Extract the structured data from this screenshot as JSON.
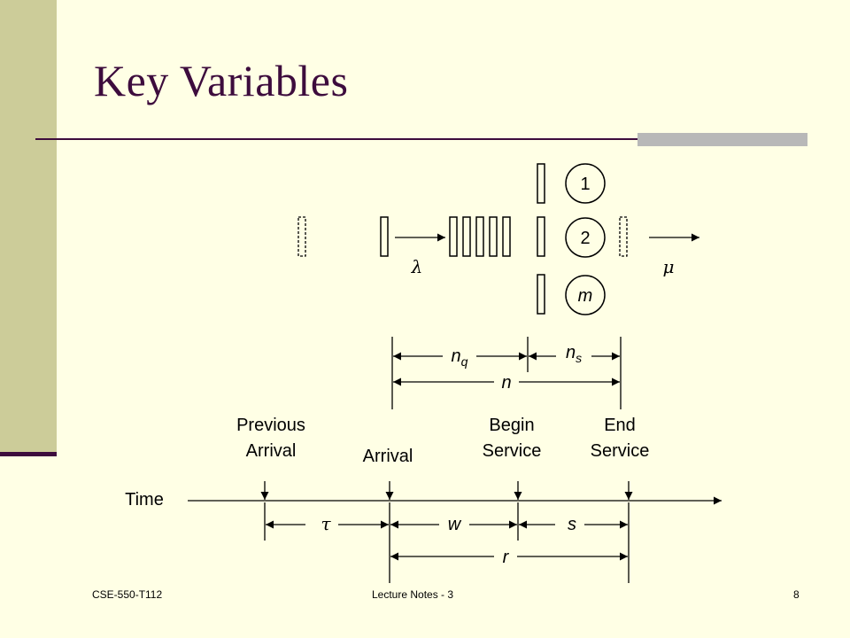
{
  "slide": {
    "title": "Key Variables",
    "footer_left": "CSE-550-T112",
    "footer_center": "Lecture Notes - 3",
    "page_number": "8"
  },
  "diagram": {
    "servers": [
      "1",
      "2",
      "m"
    ],
    "arrival_rate": "λ",
    "service_rate": "μ",
    "nq_base": "n",
    "nq_sub": "q",
    "ns_base": "n",
    "ns_sub": "s",
    "n_label": "n"
  },
  "timeline": {
    "time_label": "Time",
    "previous_arrival": [
      "Previous",
      "Arrival"
    ],
    "arrival": "Arrival",
    "begin_service": [
      "Begin",
      "Service"
    ],
    "end_service": [
      "End",
      "Service"
    ],
    "tau": "τ",
    "w": "w",
    "s": "s",
    "r": "r"
  },
  "colors": {
    "background": "#FFFFE5",
    "sidebar": "#CCCC99",
    "title": "#3D0C3D",
    "rule_block": "#B8B8B8"
  }
}
